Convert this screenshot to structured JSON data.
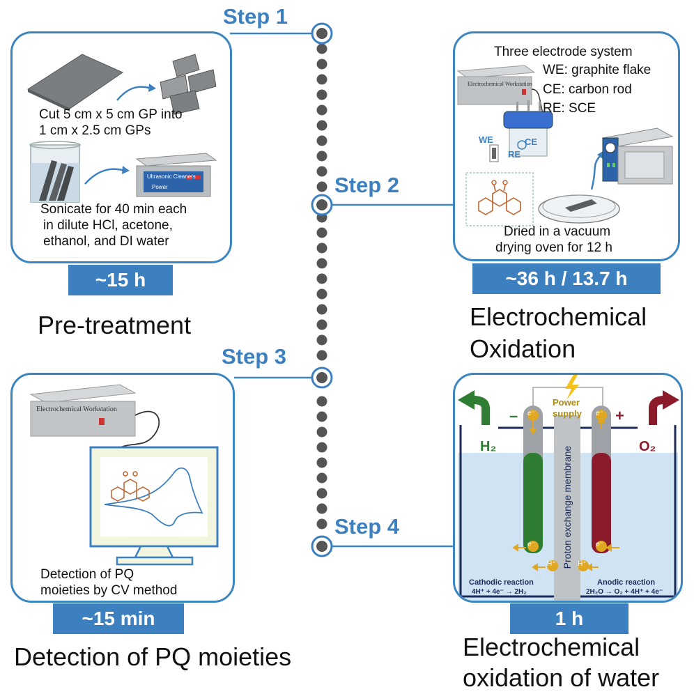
{
  "steps": {
    "step1": {
      "label": "Step 1"
    },
    "step2": {
      "label": "Step 2"
    },
    "step3": {
      "label": "Step 3"
    },
    "step4": {
      "label": "Step 4"
    }
  },
  "panel1": {
    "cut_text_line1": "Cut 5 cm x 5 cm GP into",
    "cut_text_line2": "1 cm x 2.5 cm GPs",
    "cleaner_label": "Ultrasonic Cleaners",
    "cleaner_power": "Power",
    "sonicate_line1": "Sonicate for 40 min each",
    "sonicate_line2": "in dilute HCl, acetone,",
    "sonicate_line3": "ethanol, and DI water",
    "time": "~15  h",
    "title": "Pre-treatment"
  },
  "panel2": {
    "system_title": "Three electrode system",
    "we": "WE: graphite flake",
    "ce": "CE: carbon rod",
    "re": "RE: SCE",
    "we_short": "WE",
    "ce_short": "CE",
    "re_short": "RE",
    "workstation_label": "Electrochemical Workstation",
    "dried_line1": "Dried in a vacuum",
    "dried_line2": "drying oven for 12 h",
    "time": "~36  h / 13.7 h",
    "title_line1": "Electrochemical",
    "title_line2": "Oxidation"
  },
  "panel3": {
    "workstation_label": "Electrochemical Workstation",
    "detect_line1": "Detection of PQ",
    "detect_line2": "moieties by CV method",
    "time": "~15 min",
    "title": "Detection of PQ moieties"
  },
  "panel4": {
    "power_line1": "Power",
    "power_line2": "supply",
    "minus": "–",
    "plus": "+",
    "electron": "e⁻",
    "proton": "H⁺",
    "h2": "H₂",
    "o2": "O₂",
    "membrane": "Proton exchange membrane",
    "cathodic_title": "Cathodic reaction",
    "cathodic_eq": "4H⁺ + 4e⁻ → 2H₂",
    "anodic_title": "Anodic reaction",
    "anodic_eq": "2H₂O → O₂ + 4H⁺ + 4e⁻",
    "time": "1  h",
    "title_line1": "Electrochemical",
    "title_line2": "oxidation of water"
  },
  "colors": {
    "accent_blue": "#3d80c0",
    "panel_border": "#3b86c1",
    "cathode_green": "#2e7d32",
    "anode_red": "#8b1a2a",
    "electron_gold": "#e0a820",
    "water": "#cfe3f2",
    "timeline_dot": "#555555"
  }
}
